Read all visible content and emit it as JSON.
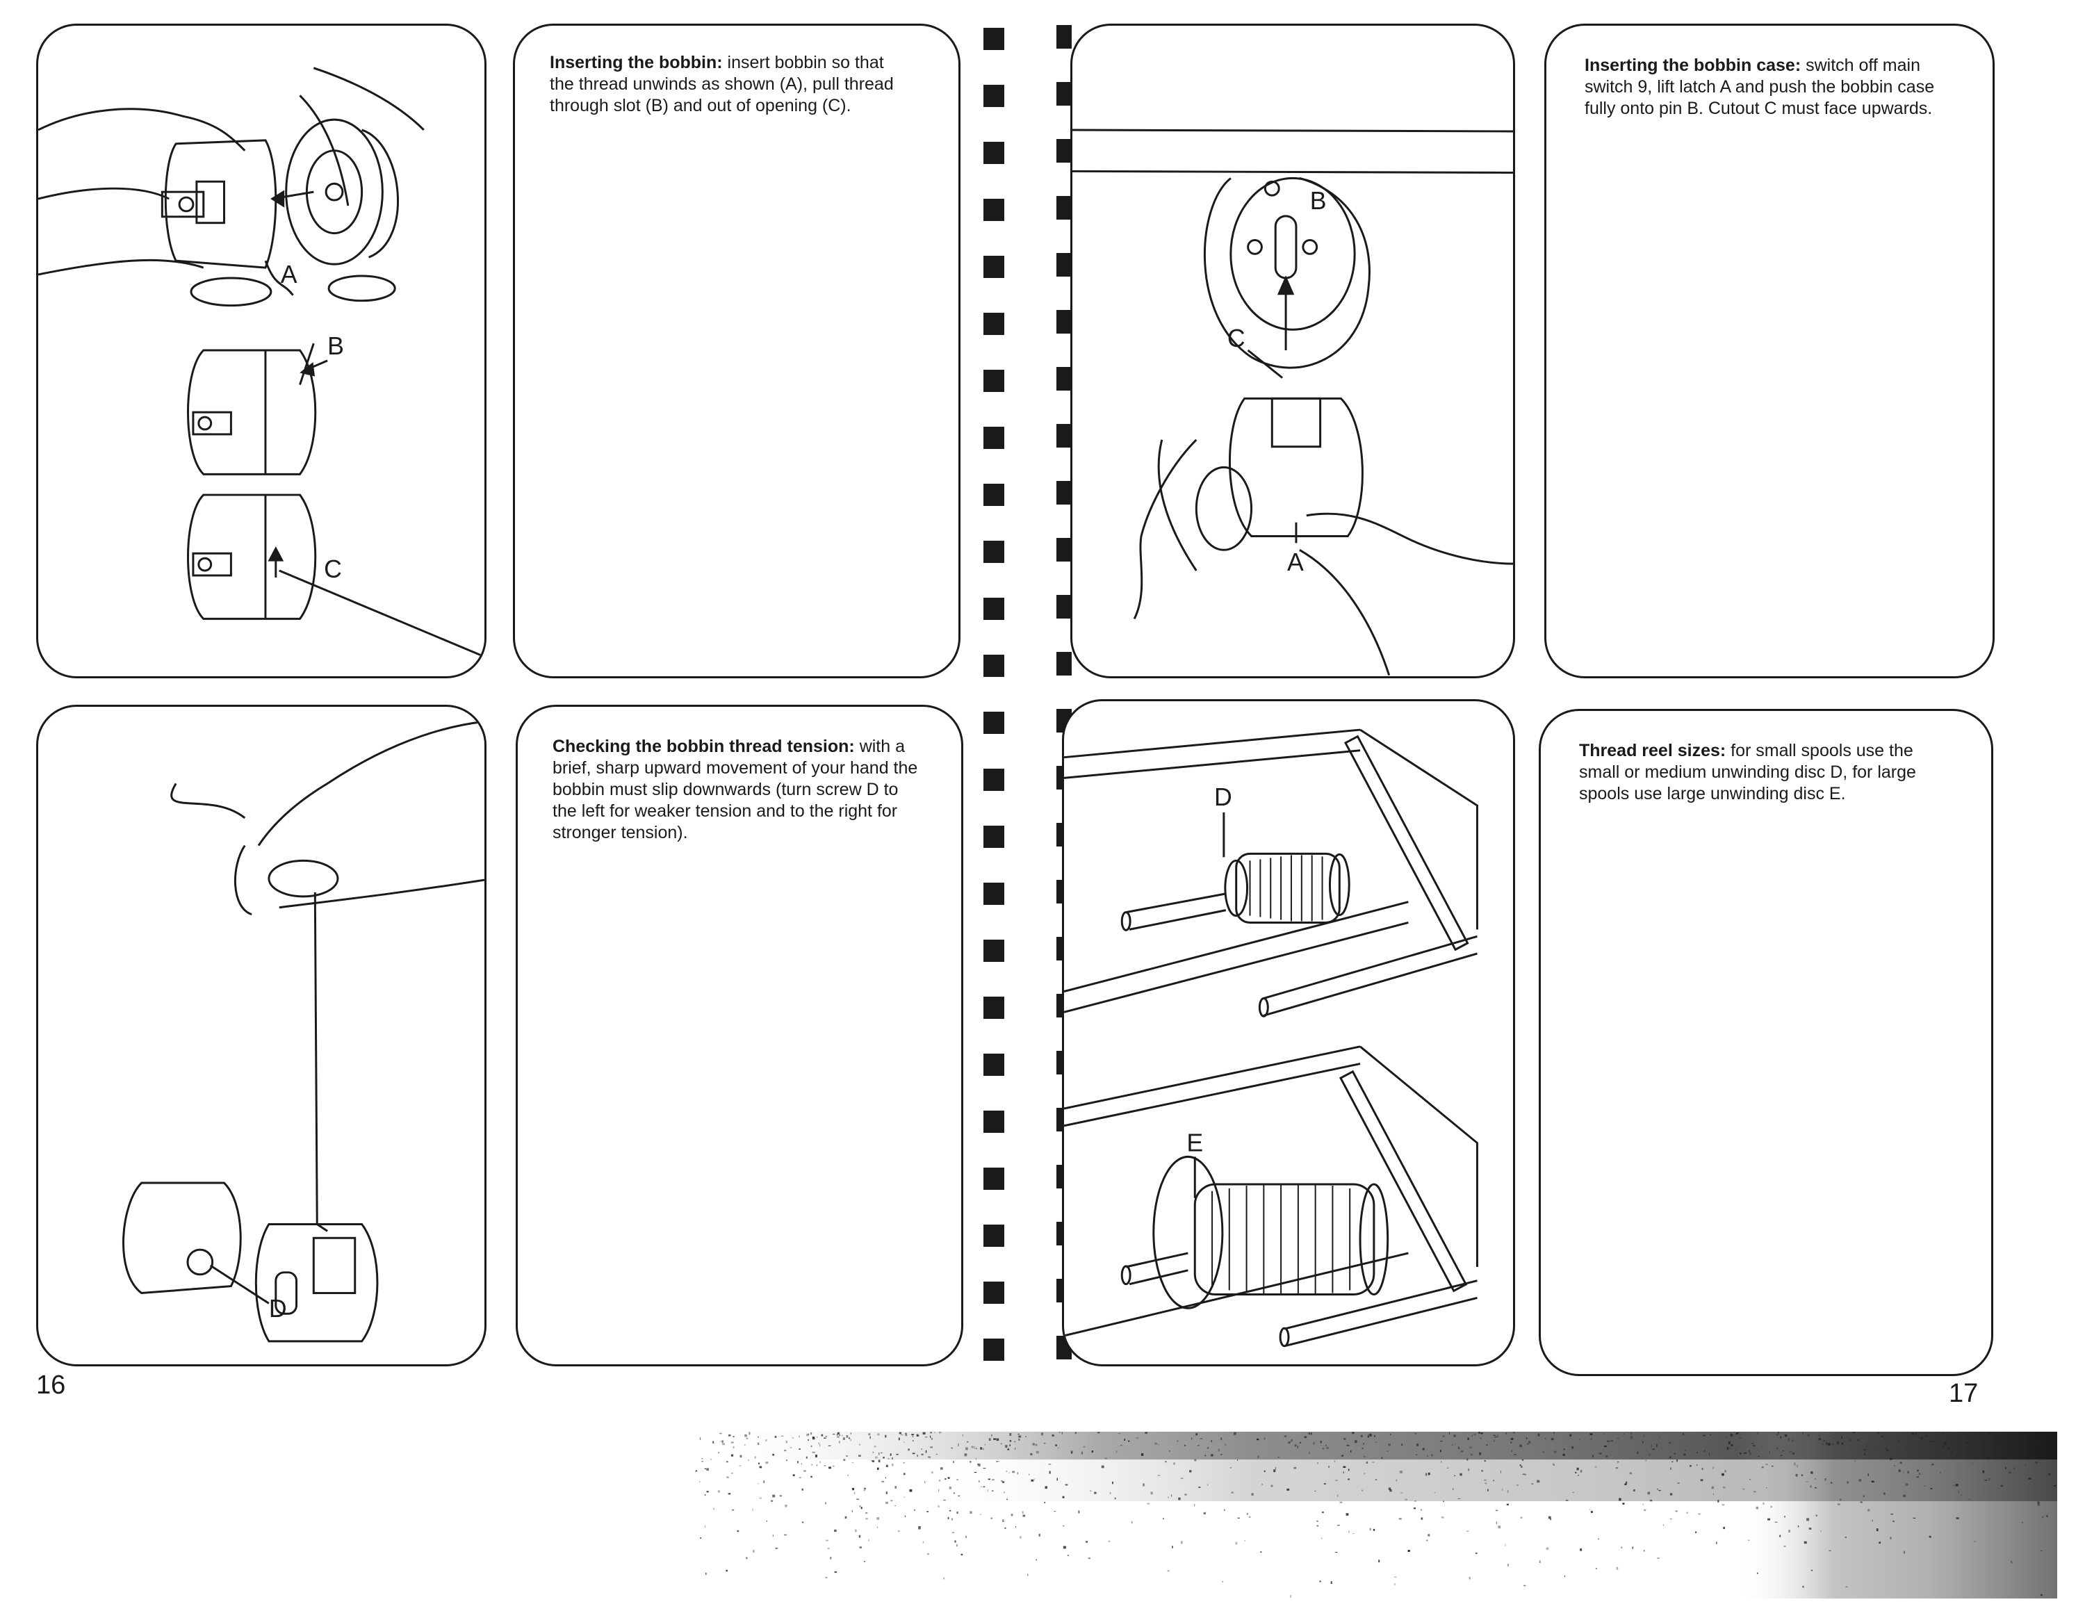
{
  "pages": {
    "left_number": "16",
    "right_number": "17"
  },
  "panels": {
    "inserting_bobbin": {
      "heading": "Inserting the bobbin:",
      "body": "insert bobbin so that the thread unwinds as shown (A), pull thread through slot (B) and out of opening (C).",
      "labels": [
        "A",
        "B",
        "C"
      ]
    },
    "bobbin_tension": {
      "heading": "Checking the bobbin thread tension:",
      "body": "with a brief, sharp upward movement of your hand the bobbin must slip downwards (turn screw D to the left for weaker tension and to the right for stronger tension).",
      "labels": [
        "D"
      ]
    },
    "bobbin_case": {
      "heading": "Inserting the bobbin case:",
      "body": "switch off main switch 9, lift latch A and push the bobbin case fully onto pin B. Cutout C must face upwards.",
      "labels": [
        "B",
        "C",
        "A"
      ]
    },
    "thread_reel": {
      "heading": "Thread reel sizes:",
      "body": "for small spools use the small or medium unwinding disc D, for large spools use large unwinding disc E.",
      "labels": [
        "D",
        "E"
      ]
    }
  }
}
